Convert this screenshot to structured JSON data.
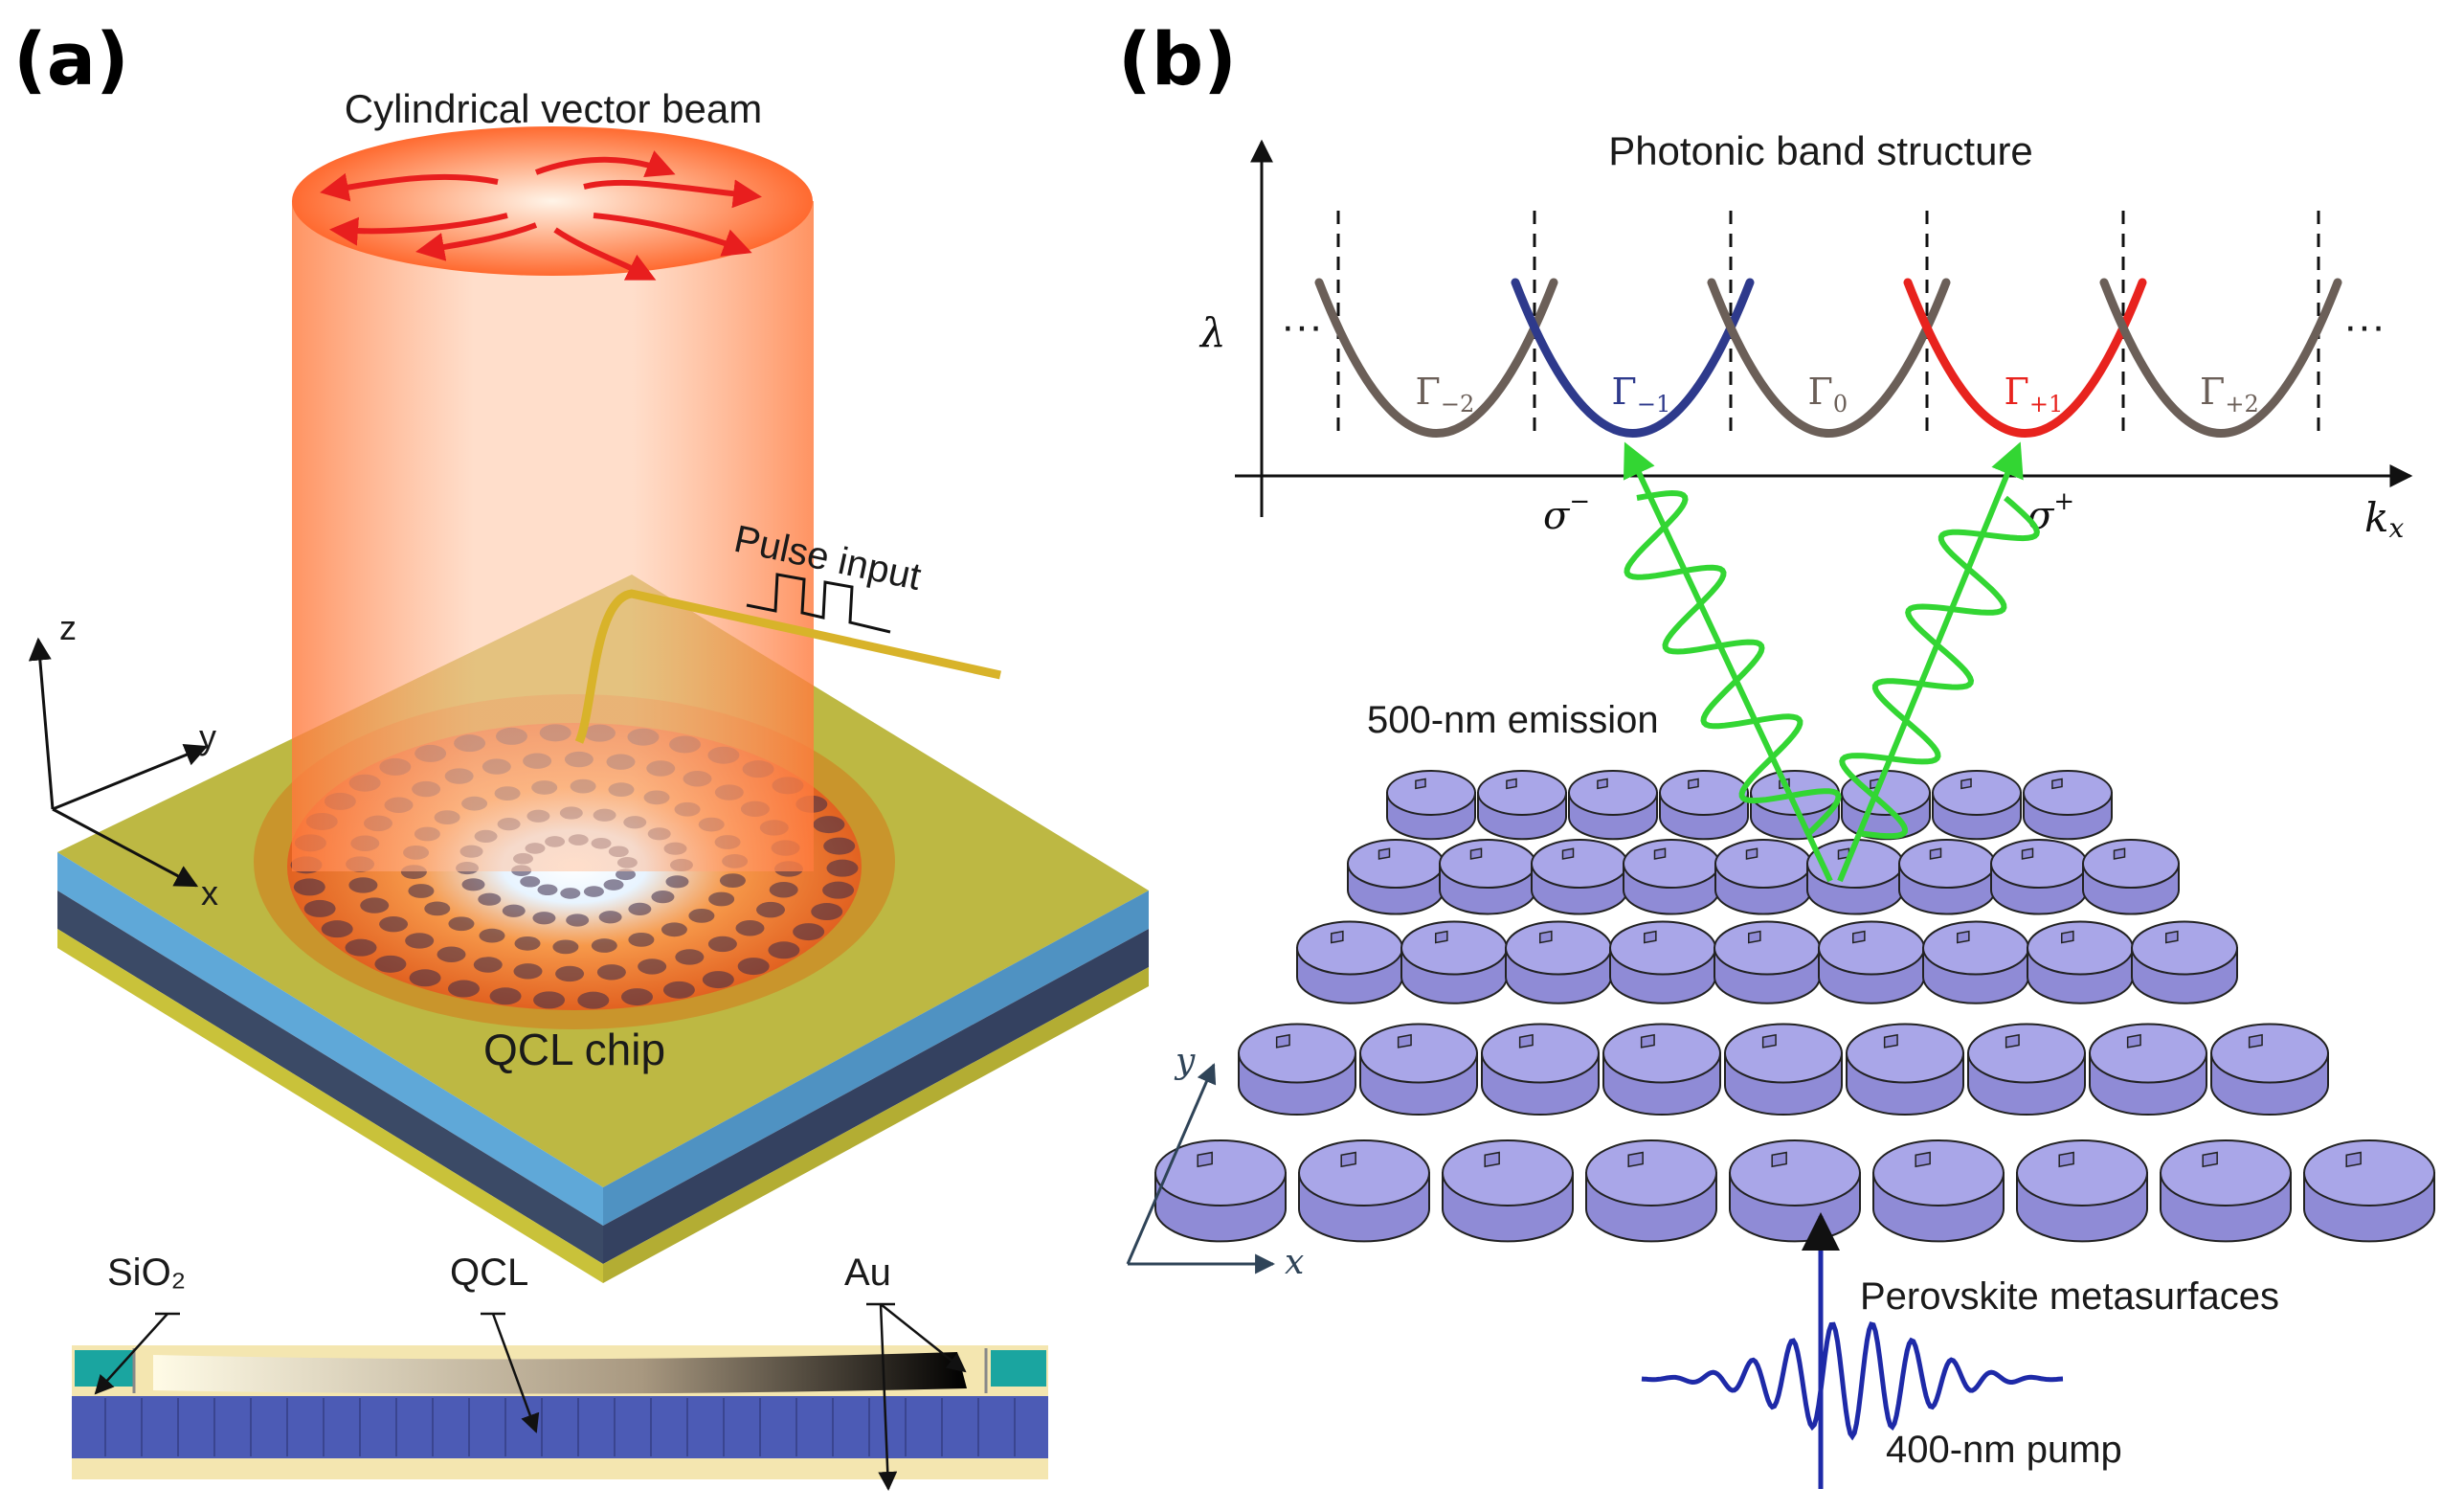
{
  "panel_a": {
    "letter": "(a)",
    "beam_label": "Cylindrical vector beam",
    "pulse_label": "Pulse input",
    "chip_label": "QCL chip",
    "axes": {
      "z": "z",
      "y": "y",
      "x": "x"
    },
    "cross_section": {
      "sio2": "SiO₂",
      "qcl": "QCL",
      "au": "Au"
    }
  },
  "panel_b": {
    "letter": "(b)",
    "band_title": "Photonic band structure",
    "y_axis": "λ",
    "x_axis": "k",
    "x_axis_sub": "x",
    "ellipsis": "···",
    "bands": [
      {
        "main": "Γ",
        "sub": "−2",
        "color": "#6b5f58"
      },
      {
        "main": "Γ",
        "sub": "−1",
        "color": "#2e3a8c"
      },
      {
        "main": "Γ",
        "sub": "0",
        "color": "#6b5f58"
      },
      {
        "main": "Γ",
        "sub": "+1",
        "color": "#e8231e"
      },
      {
        "main": "Γ",
        "sub": "+2",
        "color": "#6b5f58"
      }
    ],
    "sigma_minus": {
      "main": "σ",
      "sup": "−"
    },
    "sigma_plus": {
      "main": "σ",
      "sup": "+"
    },
    "emission_label": "500-nm emission",
    "metasurface_label": "Perovskite metasurfaces",
    "pump_label": "400-nm pump",
    "axes": {
      "y": "y",
      "x": "x"
    }
  },
  "colors": {
    "beam": "#ff7a3d",
    "chip_top": "#c9c23a",
    "chip_blue": "#5fa8d8",
    "disk_fill": "#a9a6e8",
    "disk_side": "#8f8bd6",
    "emission": "#33d633",
    "pump": "#1e2aa8"
  }
}
